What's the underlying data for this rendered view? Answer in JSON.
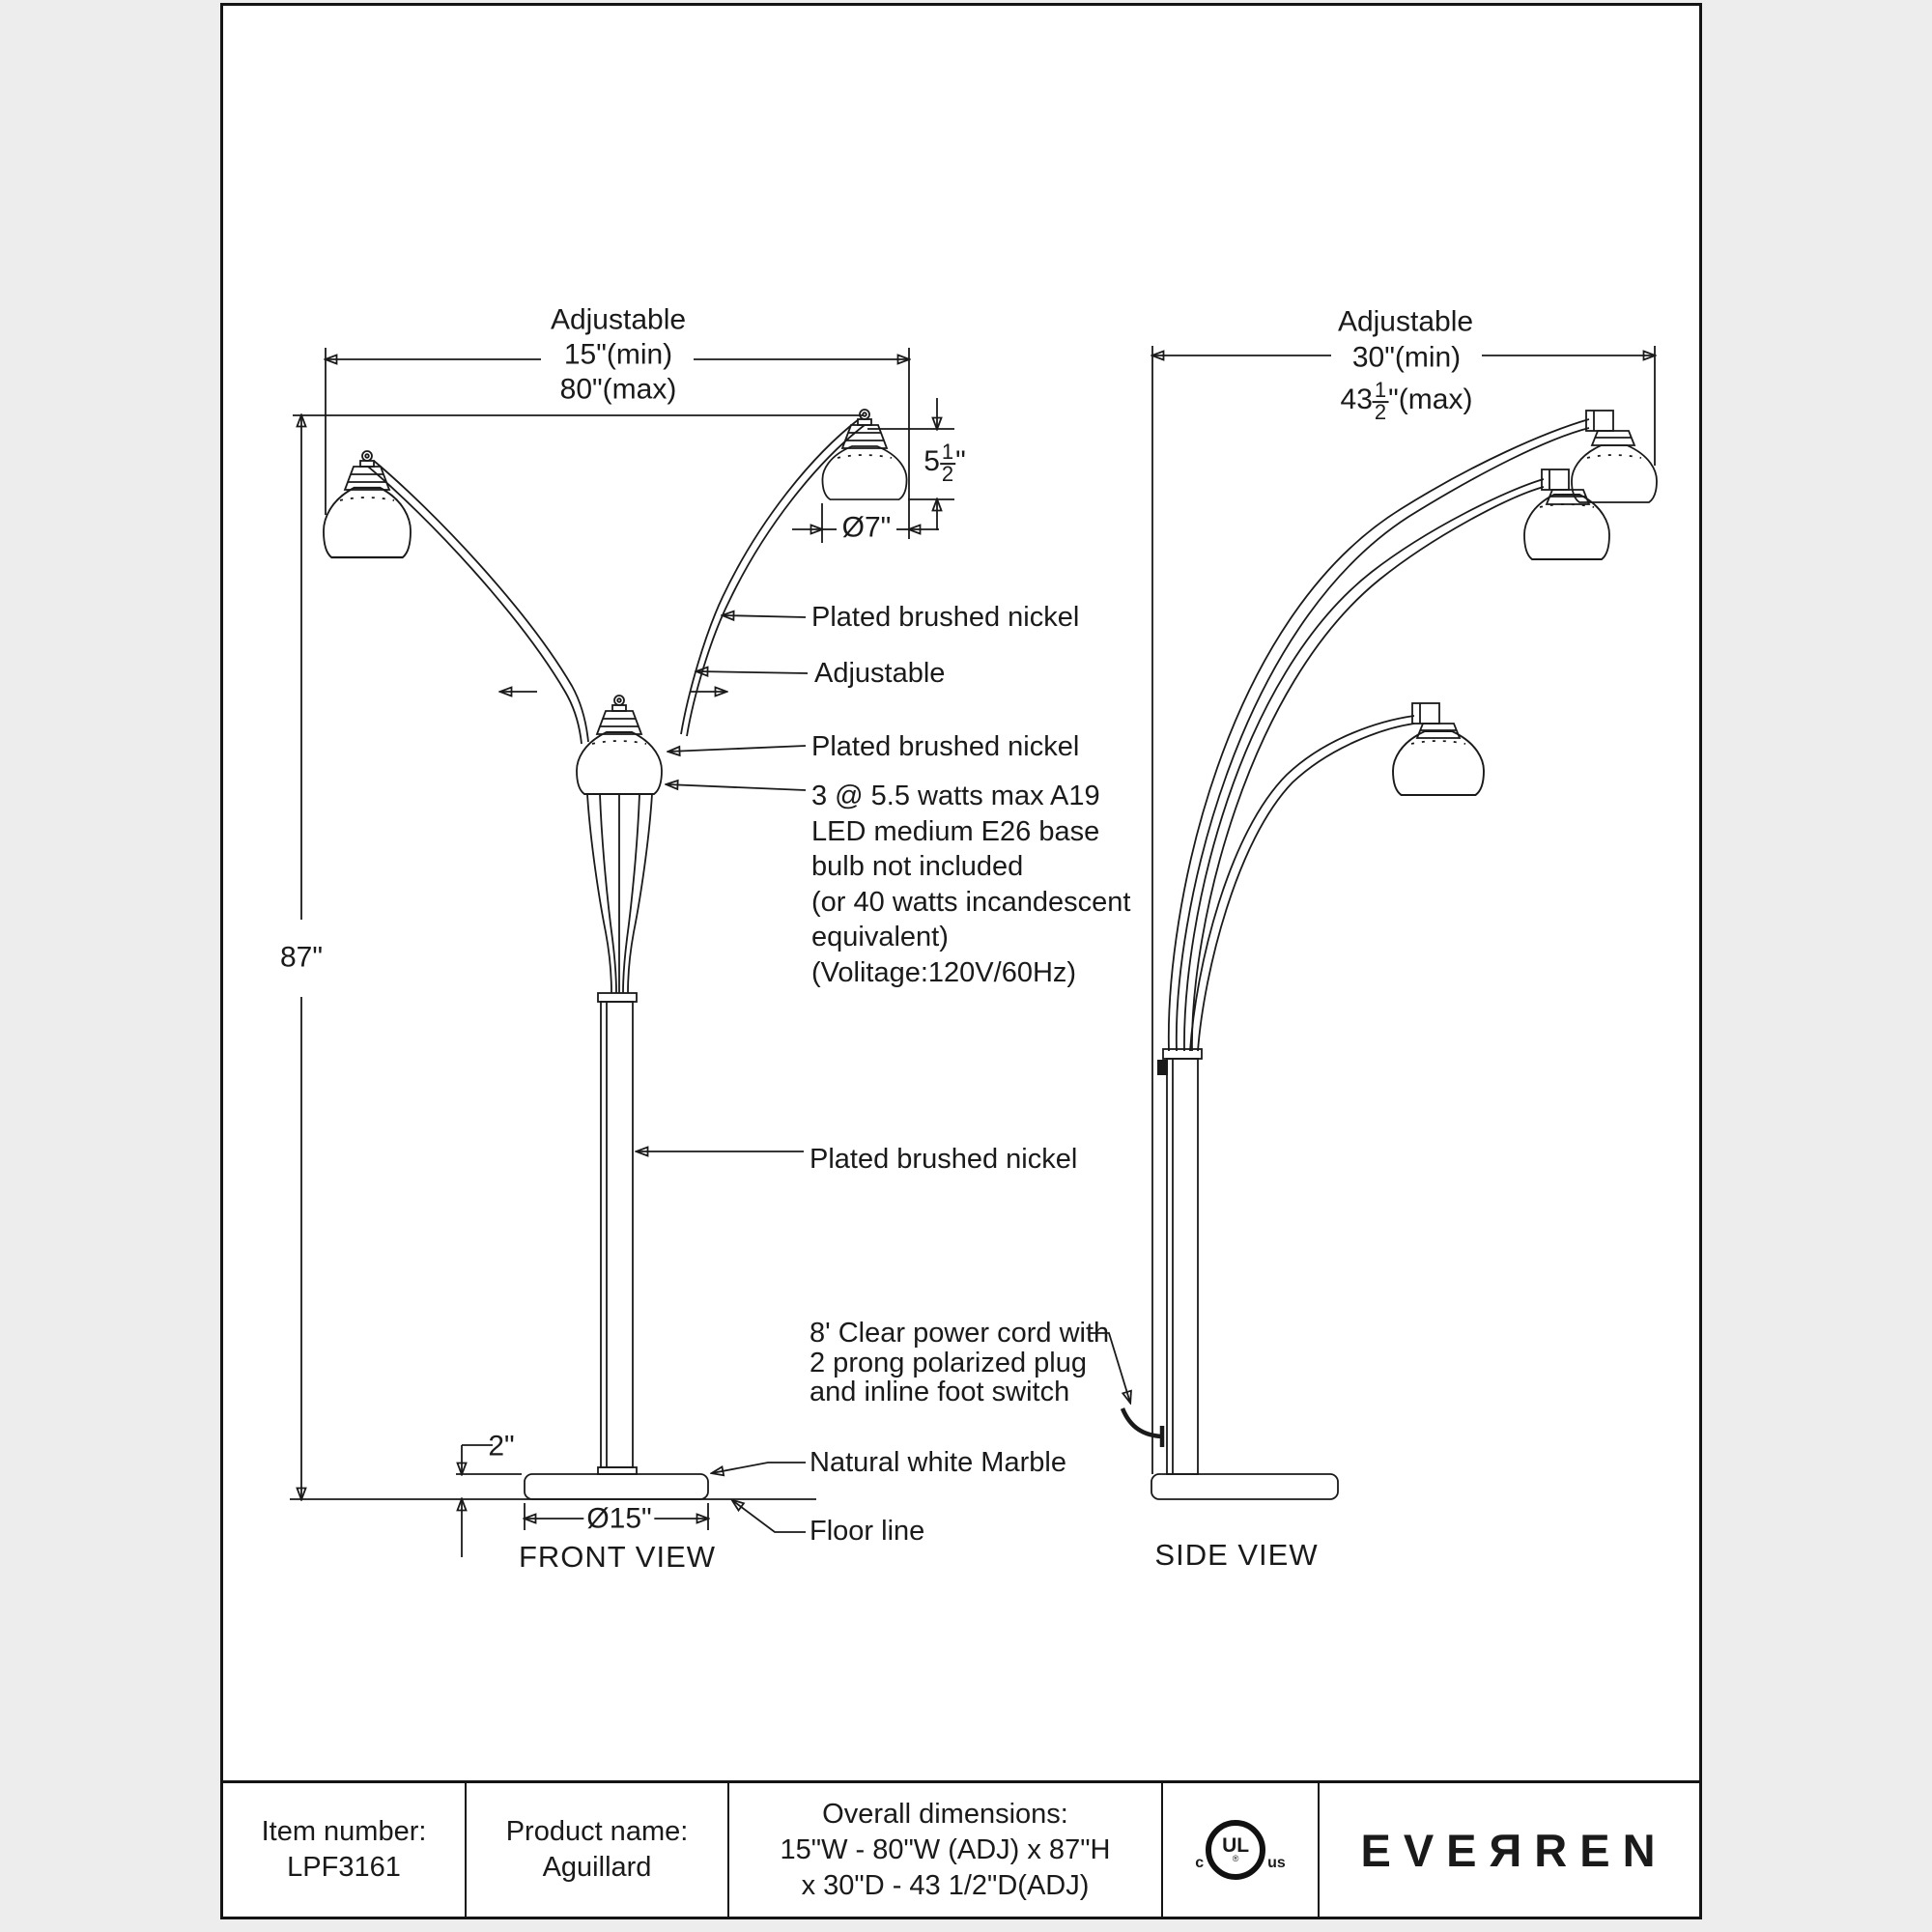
{
  "front_view": {
    "title": "FRONT VIEW",
    "dim_width": {
      "line1": "Adjustable",
      "line2": "15\"(min)",
      "line3": "80\"(max)"
    },
    "dim_height": "87\"",
    "dim_shade_height": {
      "pre": "5",
      "num": "1",
      "den": "2",
      "suf": "\""
    },
    "dim_shade_dia": "Ø7\"",
    "dim_base_height": "2\"",
    "dim_base_dia": "Ø15\"",
    "labels": {
      "arm_material": "Plated brushed nickel",
      "adjustable": "Adjustable",
      "shade_material": "Plated brushed nickel",
      "bulb_lines": [
        "3 @ 5.5 watts max A19",
        "LED medium E26 base",
        "bulb not included",
        "(or 40 watts incandescent",
        "equivalent)",
        "(Volitage:120V/60Hz)"
      ],
      "pole_material": "Plated brushed nickel",
      "cord_lines": [
        "8' Clear power cord with",
        "2 prong polarized plug",
        "and inline foot switch"
      ],
      "base_material": "Natural white Marble",
      "floor": "Floor line"
    }
  },
  "side_view": {
    "title": "SIDE VIEW",
    "dim_depth": {
      "line1": "Adjustable",
      "line2": "30\"(min)",
      "line3_pre": "43",
      "line3_num": "1",
      "line3_den": "2",
      "line3_suf": "\"(max)"
    }
  },
  "footer": {
    "item_label": "Item number:",
    "item_value": "LPF3161",
    "product_label": "Product name:",
    "product_value": "Aguillard",
    "dims_label": "Overall dimensions:",
    "dims_line2": "15\"W - 80\"W (ADJ) x 87\"H",
    "dims_line3": "x 30\"D - 43 1/2\"D(ADJ)",
    "ul_c": "c",
    "ul_mark": "UL",
    "ul_r": "®",
    "ul_us": "us",
    "brand": "EVEЯREN"
  },
  "colors": {
    "ink": "#1a1a1a",
    "paper": "#ffffff"
  }
}
